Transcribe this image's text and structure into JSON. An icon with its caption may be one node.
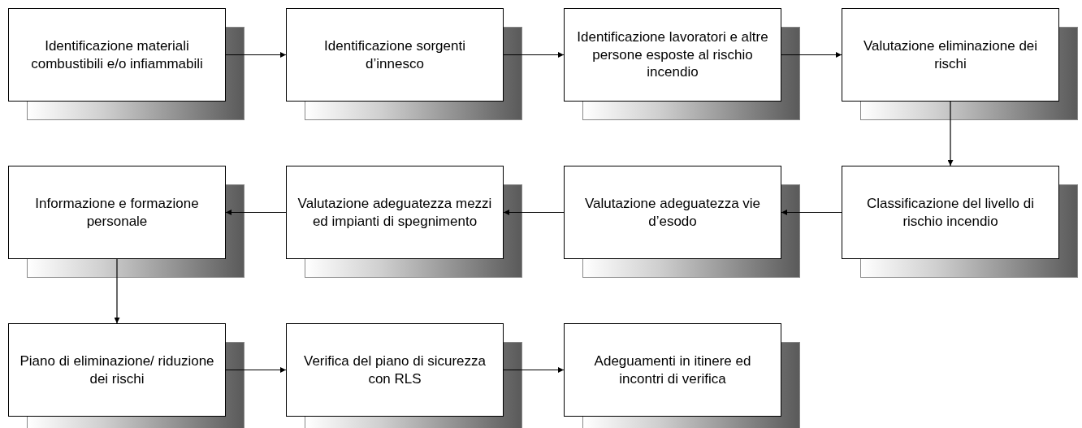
{
  "diagram": {
    "nodes": [
      {
        "text": [
          "Identificazione materiali combustibili e/o infiammabili"
        ]
      },
      {
        "text": [
          "Identificazione sorgenti d’innesco"
        ]
      },
      {
        "text": [
          "Identificazione lavoratori e altre persone esposte al rischio incendio"
        ]
      },
      {
        "text": [
          "Valutazione eliminazione dei rischi"
        ]
      },
      {
        "text": [
          "Classificazione del livello di rischio incendio"
        ]
      },
      {
        "text": [
          "Valutazione adeguatezza vie d’esodo"
        ]
      },
      {
        "text": [
          "Valutazione adeguatezza mezzi ed impianti di spegnimento"
        ]
      },
      {
        "text": [
          "Informazione e formazione personale"
        ]
      },
      {
        "text": [
          "Piano di eliminazione/ riduzione dei rischi"
        ]
      },
      {
        "text": [
          "Verifica del piano di sicurezza con RLS"
        ]
      },
      {
        "text": [
          "Adeguamenti in itinere ed incontri di verifica"
        ]
      }
    ],
    "edges": [
      {
        "from": 0,
        "to": 1,
        "arrow": "to"
      },
      {
        "from": 1,
        "to": 2,
        "arrow": "to"
      },
      {
        "from": 2,
        "to": 3,
        "arrow": "to"
      },
      {
        "from": 3,
        "to": 4,
        "arrow": "to"
      },
      {
        "from": 4,
        "to": 5,
        "arrow": "to"
      },
      {
        "from": 5,
        "to": 6,
        "arrow": "to"
      },
      {
        "from": 6,
        "to": 7,
        "arrow": "to"
      },
      {
        "from": 7,
        "to": 8,
        "arrow": "to"
      },
      {
        "from": 8,
        "to": 9,
        "arrow": "to"
      },
      {
        "from": 9,
        "to": 10,
        "arrow": "to"
      }
    ]
  }
}
